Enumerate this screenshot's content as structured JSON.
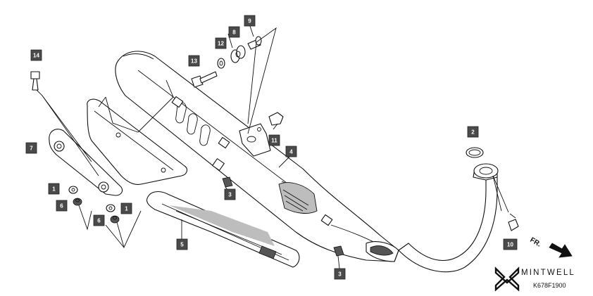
{
  "diagram": {
    "callouts": [
      {
        "id": "c14",
        "label": "14"
      },
      {
        "id": "c13",
        "label": "13"
      },
      {
        "id": "c12",
        "label": "12"
      },
      {
        "id": "c8",
        "label": "8"
      },
      {
        "id": "c9",
        "label": "9"
      },
      {
        "id": "c11",
        "label": "11"
      },
      {
        "id": "c4",
        "label": "4"
      },
      {
        "id": "c2",
        "label": "2"
      },
      {
        "id": "c7",
        "label": "7"
      },
      {
        "id": "c1a",
        "label": "1"
      },
      {
        "id": "c6a",
        "label": "6"
      },
      {
        "id": "c1b",
        "label": "1"
      },
      {
        "id": "c6b",
        "label": "6"
      },
      {
        "id": "c3a",
        "label": "3"
      },
      {
        "id": "c5",
        "label": "5"
      },
      {
        "id": "c3b",
        "label": "3"
      },
      {
        "id": "c10",
        "label": "10"
      }
    ],
    "front_label": "FR.",
    "brand": "MINTWELL",
    "code": "K678F1900"
  }
}
